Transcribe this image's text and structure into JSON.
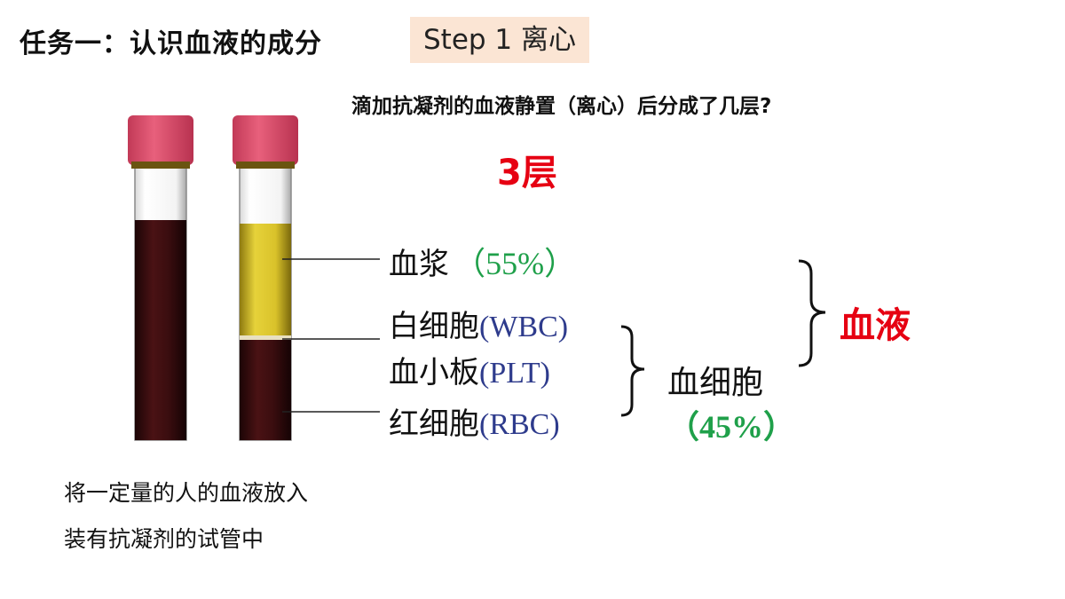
{
  "title": "任务一：认识血液的成分",
  "step": "Step 1 离心",
  "question": "滴加抗凝剂的血液静置（离心）后分成了几层?",
  "answer": "3层",
  "layers": {
    "plasma": {
      "name": "血浆",
      "pct_open": "（",
      "pct": "55%",
      "pct_close": "）"
    },
    "wbc": {
      "name": "白细胞",
      "abbr": "(WBC)"
    },
    "plt": {
      "name": "血小板",
      "abbr": "(PLT)"
    },
    "rbc": {
      "name": "红细胞",
      "abbr": "(RBC)"
    }
  },
  "cells": {
    "name": "血细胞",
    "pct": "（45%）"
  },
  "blood": {
    "name": "血液"
  },
  "description": {
    "line1": "将一定量的人的血液放入",
    "line2": "装有抗凝剂的试管中"
  },
  "colors": {
    "cap": "#e0506e",
    "dark_blood": "#3a0d0f",
    "plasma": "#d9c22a",
    "title_red": "#e60012",
    "pct_green": "#1fa04a",
    "abbr_blue": "#2e3b8c",
    "badge_bg": "#fbe5d4"
  }
}
